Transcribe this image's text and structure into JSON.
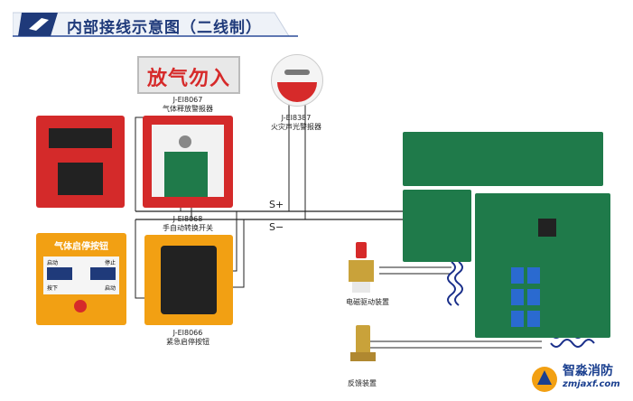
{
  "header": {
    "title": "内部接线示意图（二线制）"
  },
  "devices": {
    "gas_release_sign": {
      "text": "放气勿入",
      "model": "J-EI8067",
      "name": "气体释放警报器"
    },
    "sound_light_alarm": {
      "model": "J-EI8387",
      "name": "火灾声光警报器"
    },
    "manual_auto_switch": {
      "model": "J-EI8068",
      "name": "手自动转换开关"
    },
    "emergency_button": {
      "model": "J-EI8066",
      "name": "紧急启停按钮"
    },
    "emergency_box": {
      "title": "气体启停按钮",
      "left_label": "启动",
      "right_label": "停止",
      "press_left": "按下",
      "press_right": "启动"
    },
    "solenoid": {
      "name": "电磁驱动装置"
    },
    "feedback": {
      "name": "反馈装置"
    }
  },
  "bus": {
    "plus": "S+",
    "minus": "S−"
  },
  "watermark": {
    "cn": "智淼消防",
    "url": "zmjaxf.com"
  },
  "colors": {
    "title": "#1f3a7a",
    "red": "#d62a2a",
    "orange": "#f2a013",
    "pcb": "#1f7a4a",
    "wire": "#1a2f8a"
  }
}
